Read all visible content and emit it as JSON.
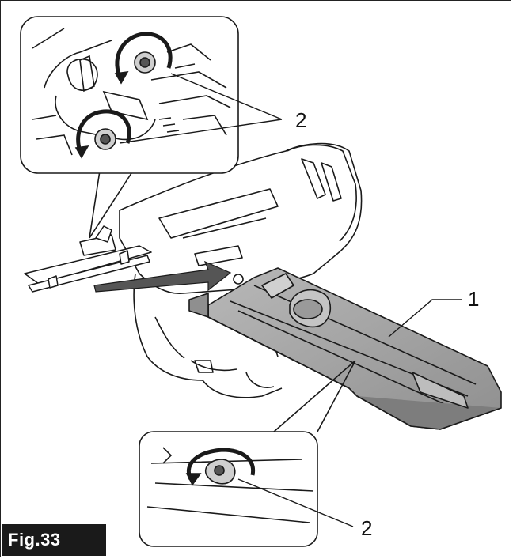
{
  "figure": {
    "label": "Fig.33",
    "callouts": {
      "part_1": "1",
      "part_2_top": "2",
      "part_2_bottom": "2"
    }
  },
  "colors": {
    "line": "#1a1a1a",
    "base_plate": "#a9a9a9",
    "base_plate_dark": "#7d7d7d",
    "label_bg": "#1a1a1a"
  },
  "icons": [
    "rotation-arrow-icon",
    "bolt-icon",
    "slide-direction-arrow-icon"
  ]
}
